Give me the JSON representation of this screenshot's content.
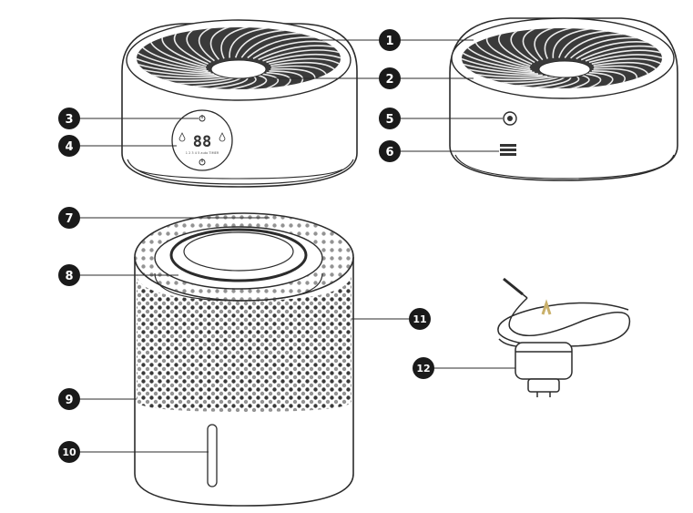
{
  "colors": {
    "line": "#2b2b2b",
    "callout_fill": "#1a1a1a",
    "callout_text": "#ffffff",
    "grille_dark": "#3a3a3a",
    "accent_tag": "#c9b06a"
  },
  "callouts": [
    "1",
    "2",
    "3",
    "4",
    "5",
    "6",
    "7",
    "8",
    "9",
    "10",
    "11",
    "12"
  ],
  "display": {
    "digits": "88",
    "bottom_labels": "1 2 3 4 5  auto  TIMER"
  },
  "icons": {
    "power": "power-icon",
    "drop": "water-drop-icon",
    "dc_jack": "dc-jack-icon",
    "vent": "vent-icon",
    "plug": "power-adapter-icon",
    "tag": "y-tag-icon"
  }
}
